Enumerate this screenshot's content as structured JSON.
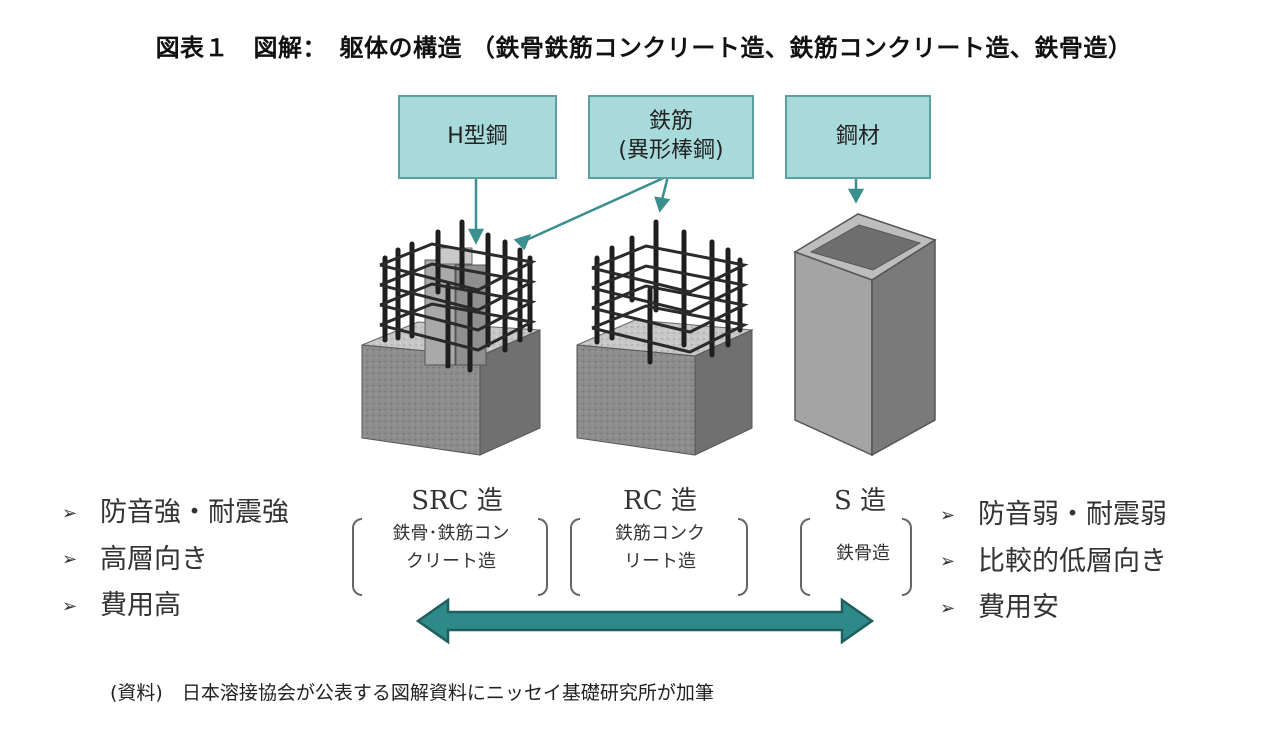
{
  "title": "図表１　図解：　躯体の構造 （鉄骨鉄筋コンクリート造、鉄筋コンクリート造、鉄骨造）",
  "callouts": {
    "h_steel": "H型鋼",
    "rebar_line1": "鉄筋",
    "rebar_line2": "(異形棒鋼)",
    "steel": "鋼材"
  },
  "structures": [
    {
      "label": "SRC 造",
      "sub_line1": "鉄骨･鉄筋コン",
      "sub_line2": "クリート造"
    },
    {
      "label": "RC 造",
      "sub_line1": "鉄筋コンク",
      "sub_line2": "リート造"
    },
    {
      "label": "S 造",
      "sub_line1": "鉄骨造"
    }
  ],
  "left_features": [
    "防音強・耐震強",
    "高層向き",
    "費用高"
  ],
  "right_features": [
    "防音弱・耐震弱",
    "比較的低層向き",
    "費用安"
  ],
  "bullet_marker": "➢",
  "colors": {
    "callout_fill": "#a9dadb",
    "callout_border": "#5e9fa1",
    "arrow_fill": "#2e8a89",
    "arrow_stroke": "#1e5e5e",
    "leader": "#3a8f8f",
    "concrete": "#9a9a9a"
  },
  "note": "(資料)　日本溶接協会が公表する図解資料にニッセイ基礎研究所が加筆"
}
